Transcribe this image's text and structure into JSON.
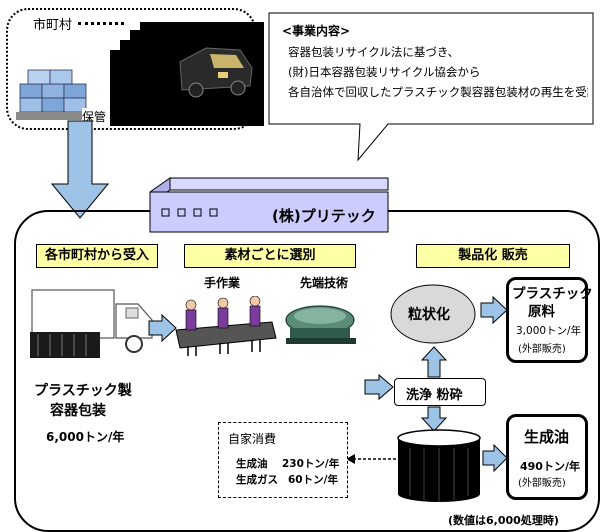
{
  "municipality": {
    "label": "市町村",
    "storage_label": "保管"
  },
  "callout": {
    "title": "<事業内容>",
    "lines": [
      "容器包装リサイクル法に基づき、",
      "(財)日本容器包装リサイクル協会から",
      "各自治体で回収したプラスチック製容器包装材の再生を受託"
    ]
  },
  "company": {
    "name": "(株)プリテック"
  },
  "stages": {
    "receive": "各市町村から受入",
    "sort": "素材ごとに選別",
    "product": "製品化 販売"
  },
  "sorting": {
    "manual": "手作業",
    "advanced": "先端技術"
  },
  "input": {
    "name_line1": "プラスチック製",
    "name_line2": "容器包装",
    "amount": "6,000トン/年"
  },
  "process": {
    "pelletize": "粒状化",
    "wash": "洗浄 粉砕"
  },
  "outputs": {
    "plastic_raw": {
      "line1": "プラスチック",
      "line2": "原料",
      "amount": "3,000トン/年",
      "note": "(外部販売)"
    },
    "oil": {
      "name": "生成油",
      "amount": "490トン/年",
      "note": "(外部販売)"
    }
  },
  "self_consumption": {
    "title": "自家消費",
    "rows": [
      {
        "label": "生成油",
        "value": "230トン/年"
      },
      {
        "label": "生成ガス",
        "value": "60トン/年"
      }
    ]
  },
  "footnote": "(数値は6,000処理時)",
  "colors": {
    "arrow_fill": "#9dc3e6",
    "banner_fill": "#ccccff",
    "stage_fill": "#ffffa6"
  }
}
